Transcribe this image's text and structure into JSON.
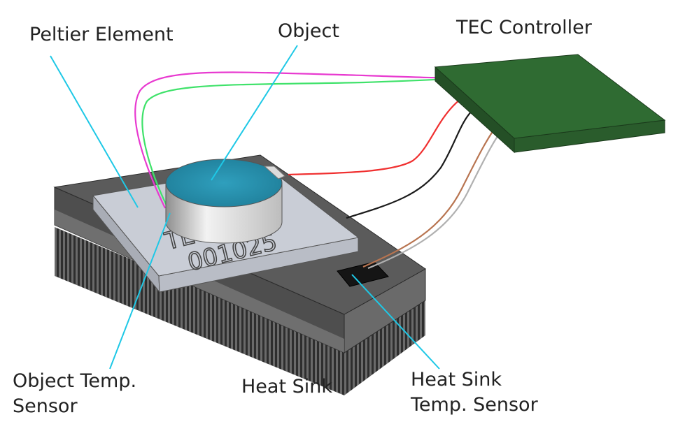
{
  "labels": {
    "peltier": "Peltier Element",
    "object": "Object",
    "tec": "TEC Controller",
    "object_sensor": [
      "Object Temp.",
      "Sensor"
    ],
    "heat_sink": "Heat Sink",
    "hs_sensor": [
      "Heat Sink",
      "Temp. Sensor"
    ]
  },
  "chip_marking": [
    "TE",
    "001025"
  ],
  "colors": {
    "callout_line": "#1ec8e6",
    "wire_magenta": "#e83ad0",
    "wire_green": "#3fe26a",
    "wire_red": "#f03030",
    "wire_black": "#1a1a1a",
    "wire_brown": "#b87450",
    "wire_gray": "#b0b0b0",
    "controller_board": "#2f6b32",
    "object_top": "#2a92ad",
    "heat_sink": "#5a5a5a",
    "peltier": "#c9cdd6"
  }
}
